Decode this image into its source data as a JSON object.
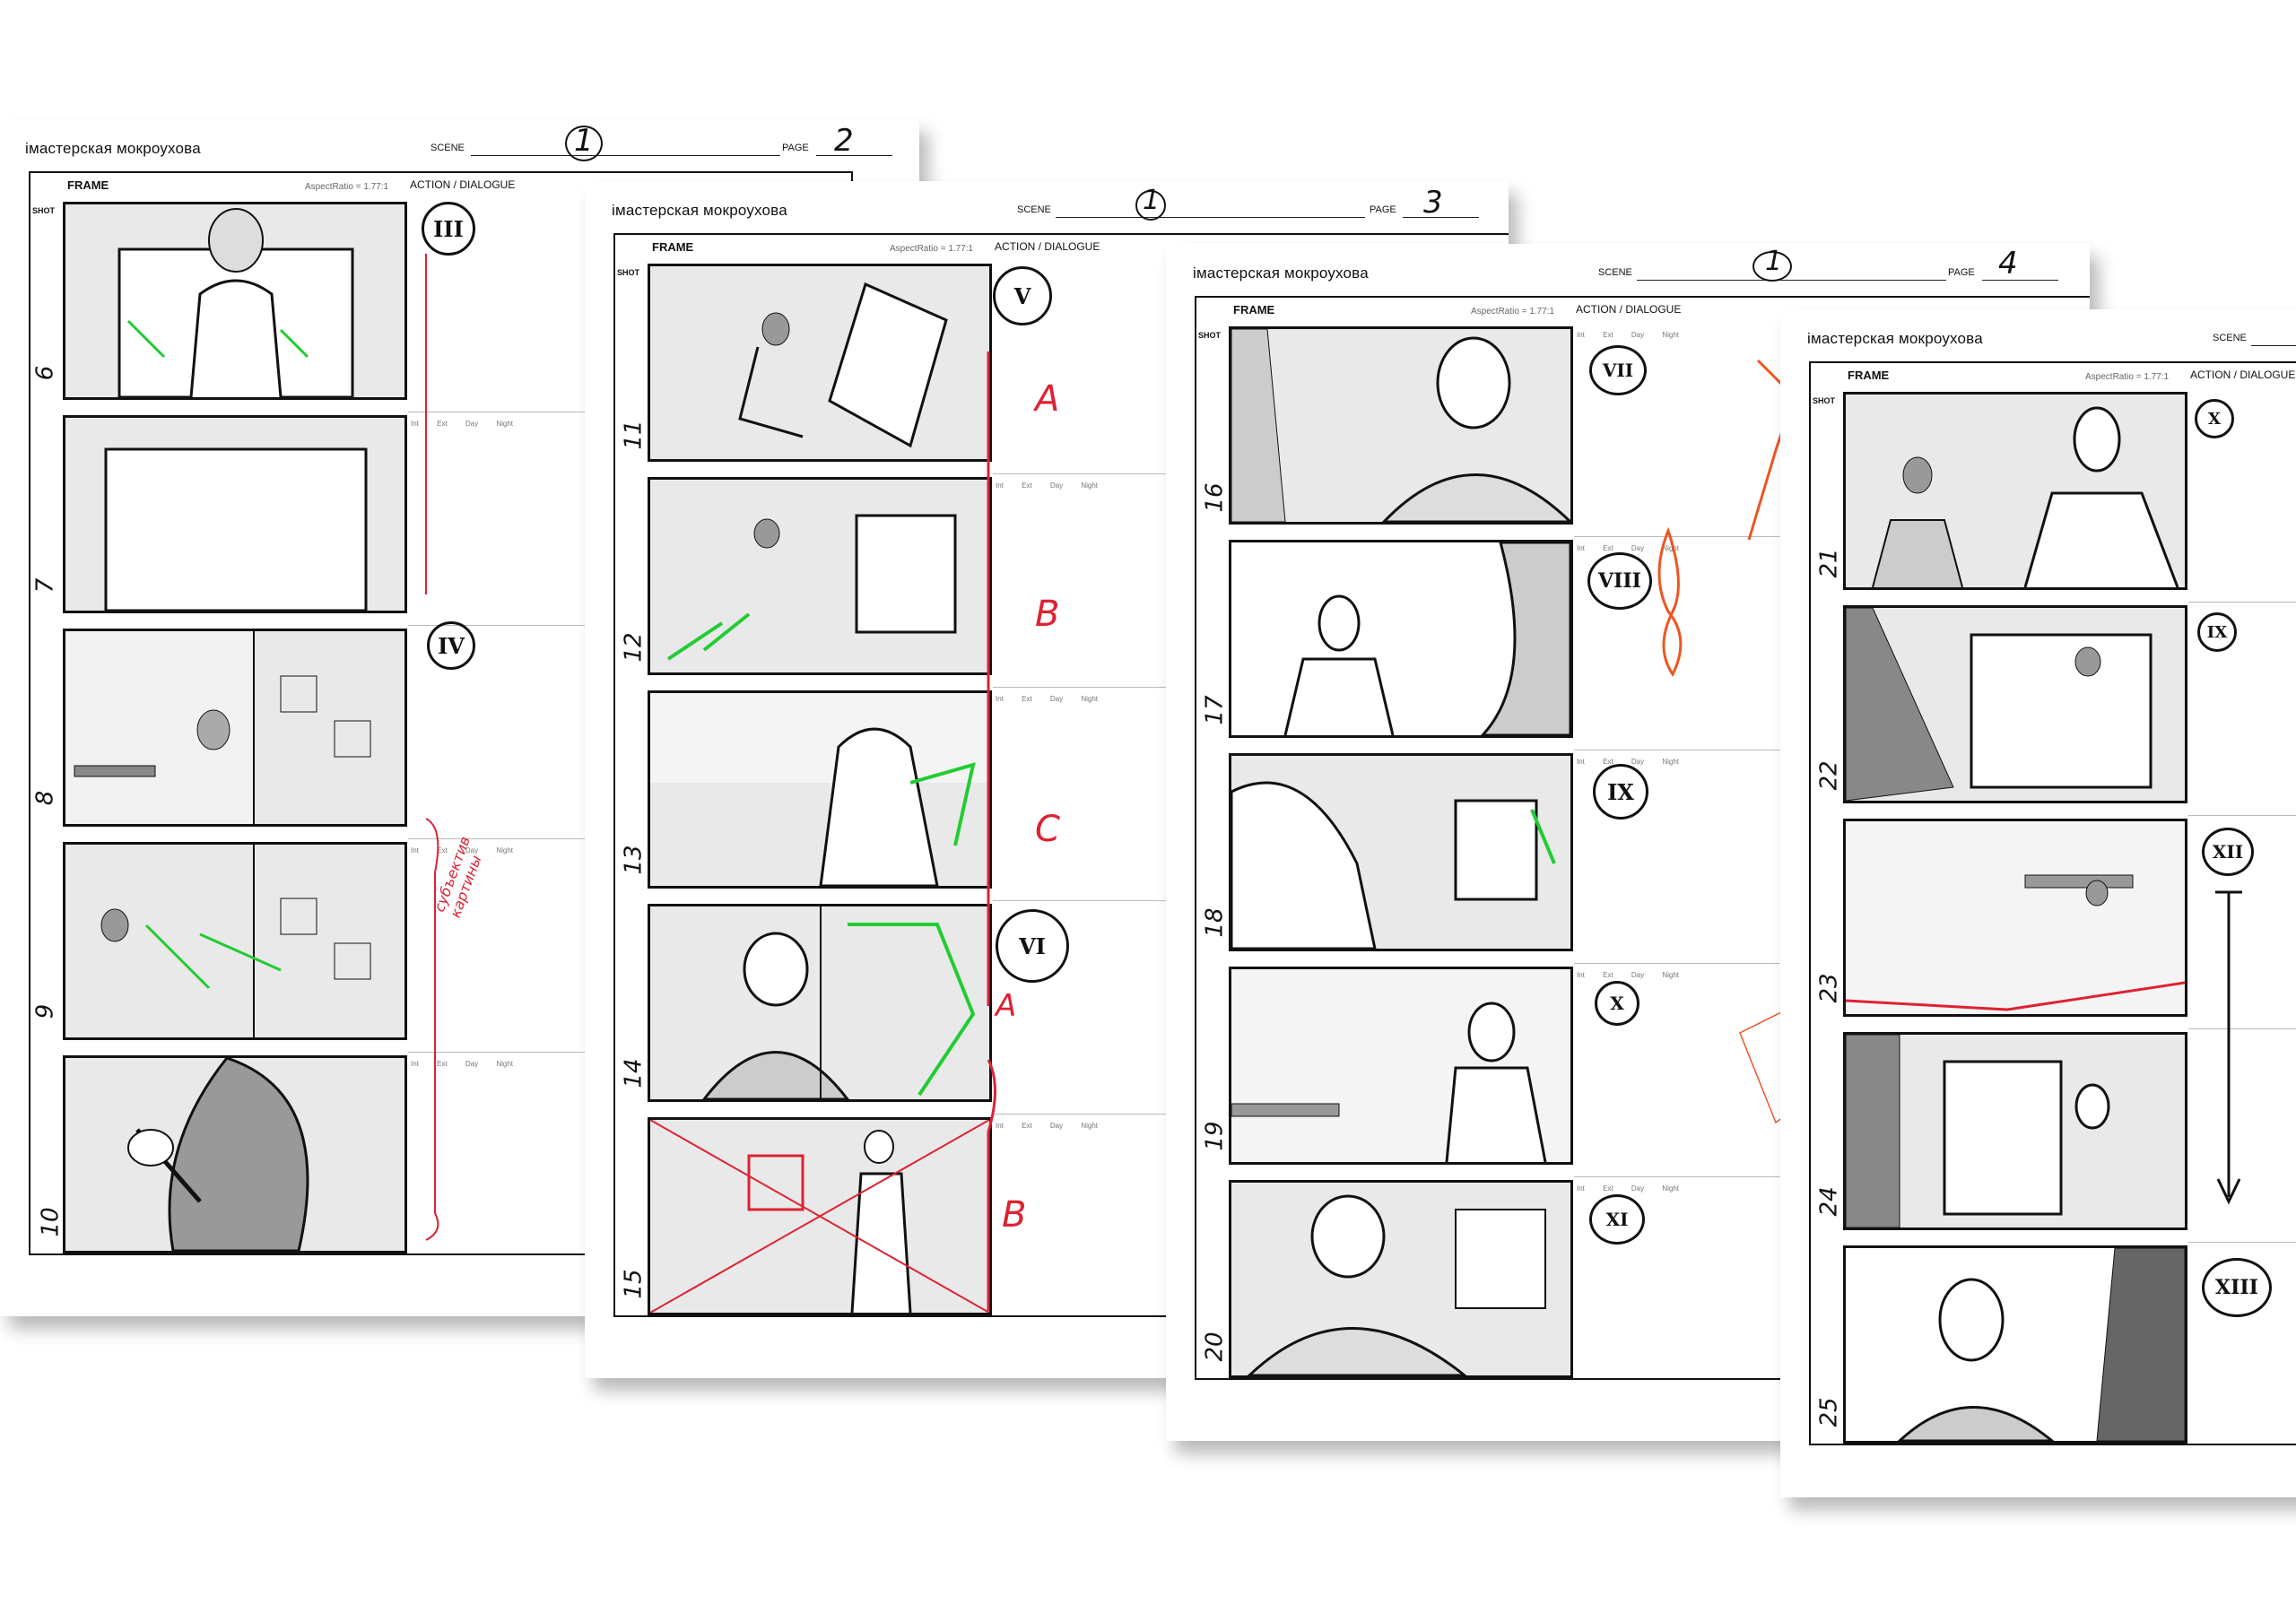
{
  "headers": {
    "studio": "імастерская мокроухова",
    "scene_label": "SCENE",
    "page_label": "PAGE",
    "frame_label": "FRAME",
    "aspect_label": "AspectRatio = 1.77:1",
    "action_label": "ACTION / DIALOGUE",
    "shot_label": "SHOT",
    "panel_tags": "Int Ext Day Night"
  },
  "sheets": [
    {
      "scene": "1",
      "page": "2",
      "panels": [
        "6",
        "7",
        "8",
        "9",
        "10"
      ],
      "romans": [
        "III",
        "IV"
      ]
    },
    {
      "scene": "1",
      "page": "3",
      "panels": [
        "11",
        "12",
        "13",
        "14",
        "15"
      ],
      "romans": [
        "V",
        "VI"
      ],
      "letters": [
        "A",
        "B",
        "C",
        "A",
        "B"
      ]
    },
    {
      "scene": "1",
      "page": "4",
      "panels": [
        "16",
        "17",
        "18",
        "19",
        "20"
      ],
      "romans": [
        "VII",
        "VIII",
        "IX",
        "X",
        "XI"
      ]
    },
    {
      "scene": "",
      "page": "",
      "panels": [
        "21",
        "22",
        "23",
        "24",
        "25"
      ],
      "romans": [
        "X",
        "IX",
        "XII",
        "XIII"
      ]
    }
  ],
  "annotations": {
    "note_sheet1": "субъектив картины",
    "letter_a": "A",
    "letter_b": "B"
  },
  "colors": {
    "paper": "#ffffff",
    "ink": "#111111",
    "red_marker": "#dd2222",
    "green_marker": "#22cc33",
    "orange_marker": "#e85522",
    "panel_fill": "#e9e9e9"
  }
}
